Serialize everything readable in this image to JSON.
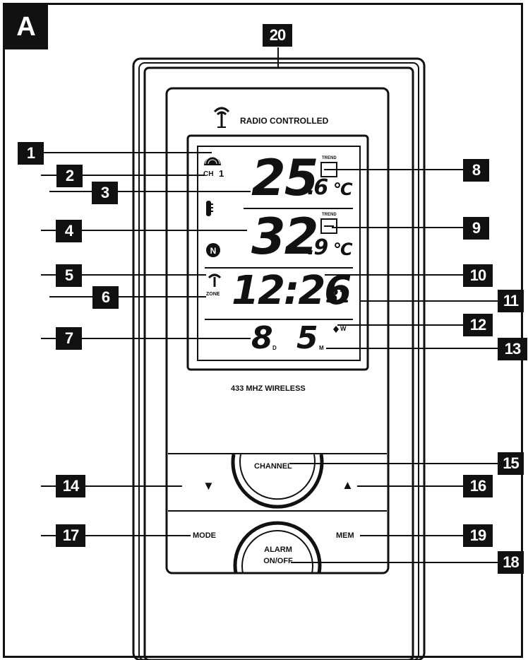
{
  "panel_label": "A",
  "callouts": [
    "1",
    "2",
    "3",
    "4",
    "5",
    "6",
    "7",
    "8",
    "9",
    "10",
    "11",
    "12",
    "13",
    "14",
    "15",
    "16",
    "17",
    "18",
    "19",
    "20"
  ],
  "device": {
    "header": "RADIO CONTROLLED",
    "wireless_label": "433 MHZ WIRELESS",
    "display": {
      "ch_label": "CH",
      "ch_value": "1",
      "temp1_main": "25",
      "temp1_decimal": ".6",
      "temp1_unit": "°C",
      "temp2_main": "32",
      "temp2_decimal": ".9",
      "temp2_unit": "°C",
      "zone_label": "ZONE",
      "time": "12:26",
      "seconds": "31",
      "day": "8",
      "day_suffix": "D",
      "month": "5",
      "month_suffix": "M",
      "weekday_label": "W",
      "trend_label": "TREND"
    },
    "buttons": {
      "channel": "CHANNEL",
      "down": "▼",
      "up": "▲",
      "mode": "MODE",
      "mem": "MEM",
      "alarm_line1": "ALARM",
      "alarm_line2": "ON/OFF"
    }
  }
}
